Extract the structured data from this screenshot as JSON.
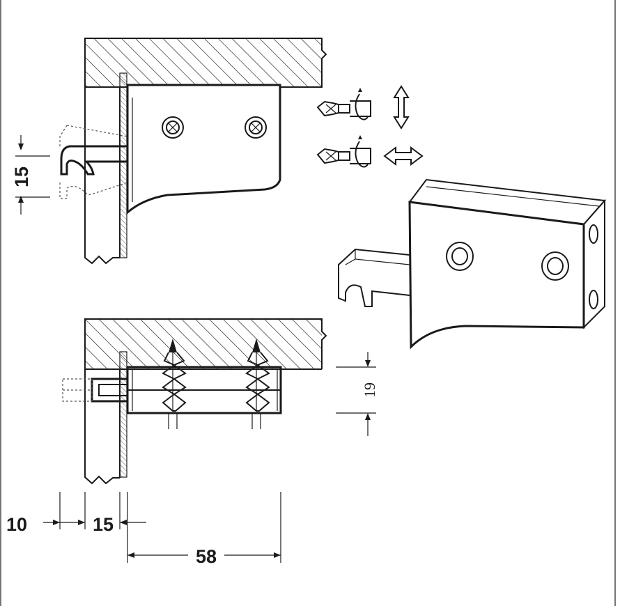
{
  "dimensions": {
    "height_15": "15",
    "height_19": "19",
    "offset_10": "10",
    "offset_15": "15",
    "depth_58": "58"
  },
  "icons": {
    "screwdriver_rotate_vertical": "screwdriver-icon",
    "screwdriver_rotate_horizontal": "screwdriver-icon",
    "vertical_adjust": "double-arrow-vertical-icon",
    "horizontal_adjust": "double-arrow-horizontal-icon"
  },
  "colors": {
    "line": "#1a1a1a",
    "background": "#ffffff"
  }
}
